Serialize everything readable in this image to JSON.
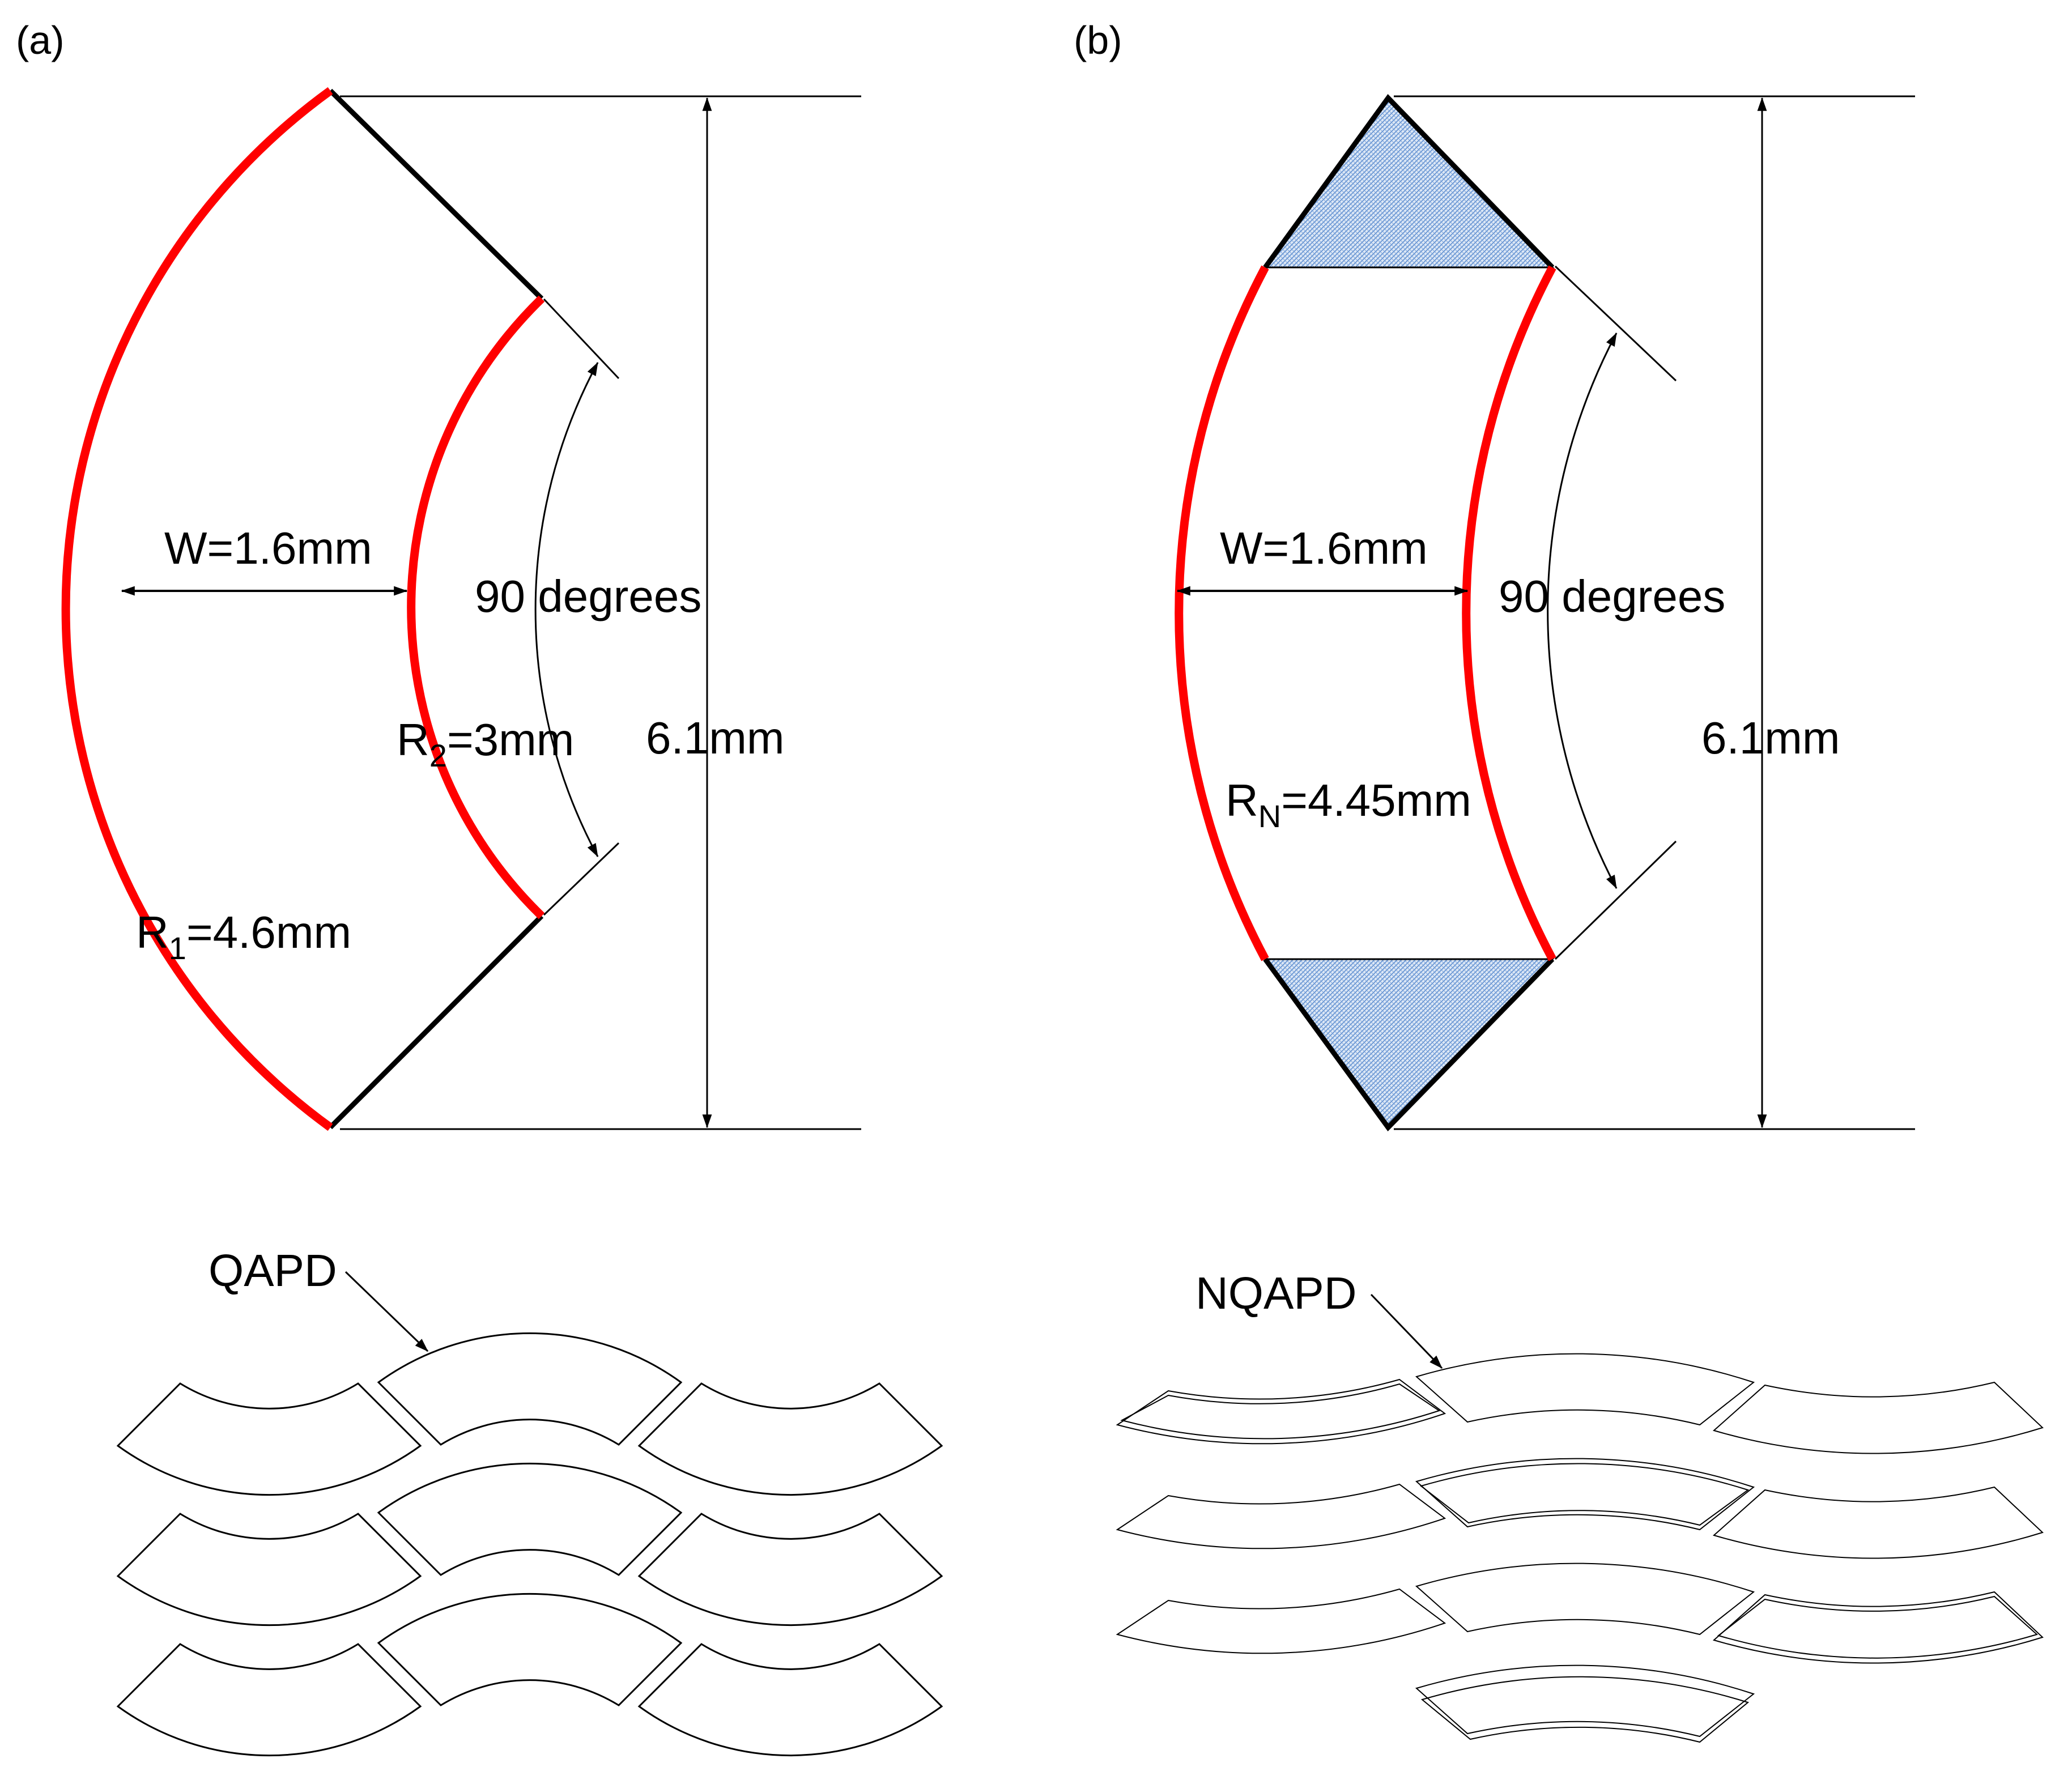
{
  "panels": {
    "a": {
      "label": "(a)",
      "width_label": "W=1.6mm",
      "angle_label": "90 degrees",
      "height_label": "6.1mm",
      "r2_main": "R",
      "r2_sub": "2",
      "r2_rest": "=3mm",
      "r1_main": "R",
      "r1_sub": "1",
      "r1_rest": "=4.6mm",
      "array_label": "QAPD"
    },
    "b": {
      "label": "(b)",
      "width_label": "W=1.6mm",
      "angle_label": "90 degrees",
      "height_label": "6.1mm",
      "rn_main": "R",
      "rn_sub": "N",
      "rn_rest": "=4.45mm",
      "array_label": "NQAPD"
    }
  },
  "colors": {
    "electrode": "#ff0000",
    "outline": "#000000",
    "hatch_fill": "#8fb3e0"
  }
}
